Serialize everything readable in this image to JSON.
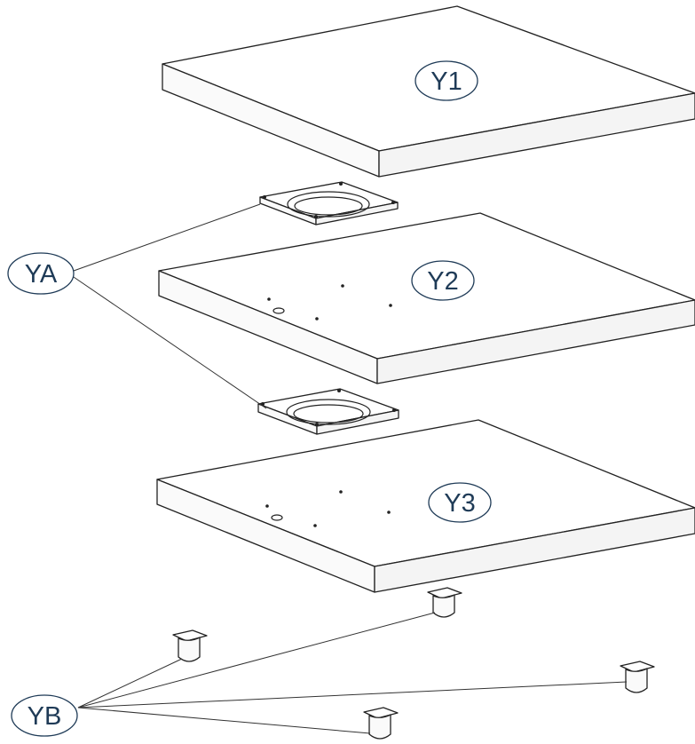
{
  "labels": {
    "y1": "Y1",
    "y2": "Y2",
    "y3": "Y3",
    "ya": "YA",
    "yb": "YB"
  },
  "colors": {
    "label_text": "#1f3b57",
    "line": "#222222",
    "background": "#ffffff"
  }
}
